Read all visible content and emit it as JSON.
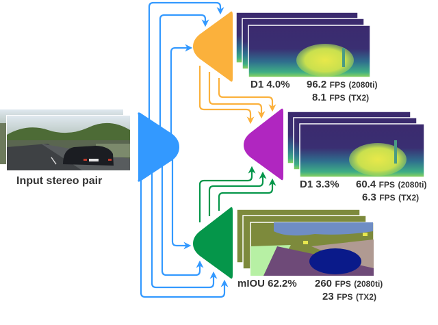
{
  "colors": {
    "input_branch": "#3399FF",
    "disparity_head_1": "#FBB13C",
    "refinement_head": "#B026C0",
    "segmentation_head": "#05964A",
    "text": "#333333"
  },
  "input": {
    "caption": "Input stereo pair",
    "image": "street-scene-with-dark-car"
  },
  "nodes": [
    {
      "id": "encoder",
      "shape": "trapezoid",
      "color": "#3399FF",
      "icon": "encoder-trapezoid-icon"
    },
    {
      "id": "disparity-decoder",
      "shape": "trapezoid",
      "color": "#FBB13C",
      "icon": "disparity-decoder-icon"
    },
    {
      "id": "refinement-decoder",
      "shape": "trapezoid",
      "color": "#B026C0",
      "icon": "refinement-decoder-icon"
    },
    {
      "id": "segmentation-decoder",
      "shape": "trapezoid",
      "color": "#05964A",
      "icon": "segmentation-decoder-icon"
    }
  ],
  "outputs": {
    "disparity": {
      "metric": "D1 4.0%",
      "fps_2080ti_value": "96.2",
      "fps_tx2_value": "8.1",
      "fps_unit": "FPS",
      "fps_2080ti_device": "(2080ti)",
      "fps_tx2_device": "(TX2)"
    },
    "refined_disparity": {
      "metric": "D1 3.3%",
      "fps_2080ti_value": "60.4",
      "fps_tx2_value": "6.3",
      "fps_unit": "FPS",
      "fps_2080ti_device": "(2080ti)",
      "fps_tx2_device": "(TX2)"
    },
    "segmentation": {
      "metric": "mIOU 62.2%",
      "fps_2080ti_value": "260",
      "fps_tx2_value": "23",
      "fps_unit": "FPS",
      "fps_2080ti_device": "(2080ti)",
      "fps_tx2_device": "(TX2)"
    }
  }
}
